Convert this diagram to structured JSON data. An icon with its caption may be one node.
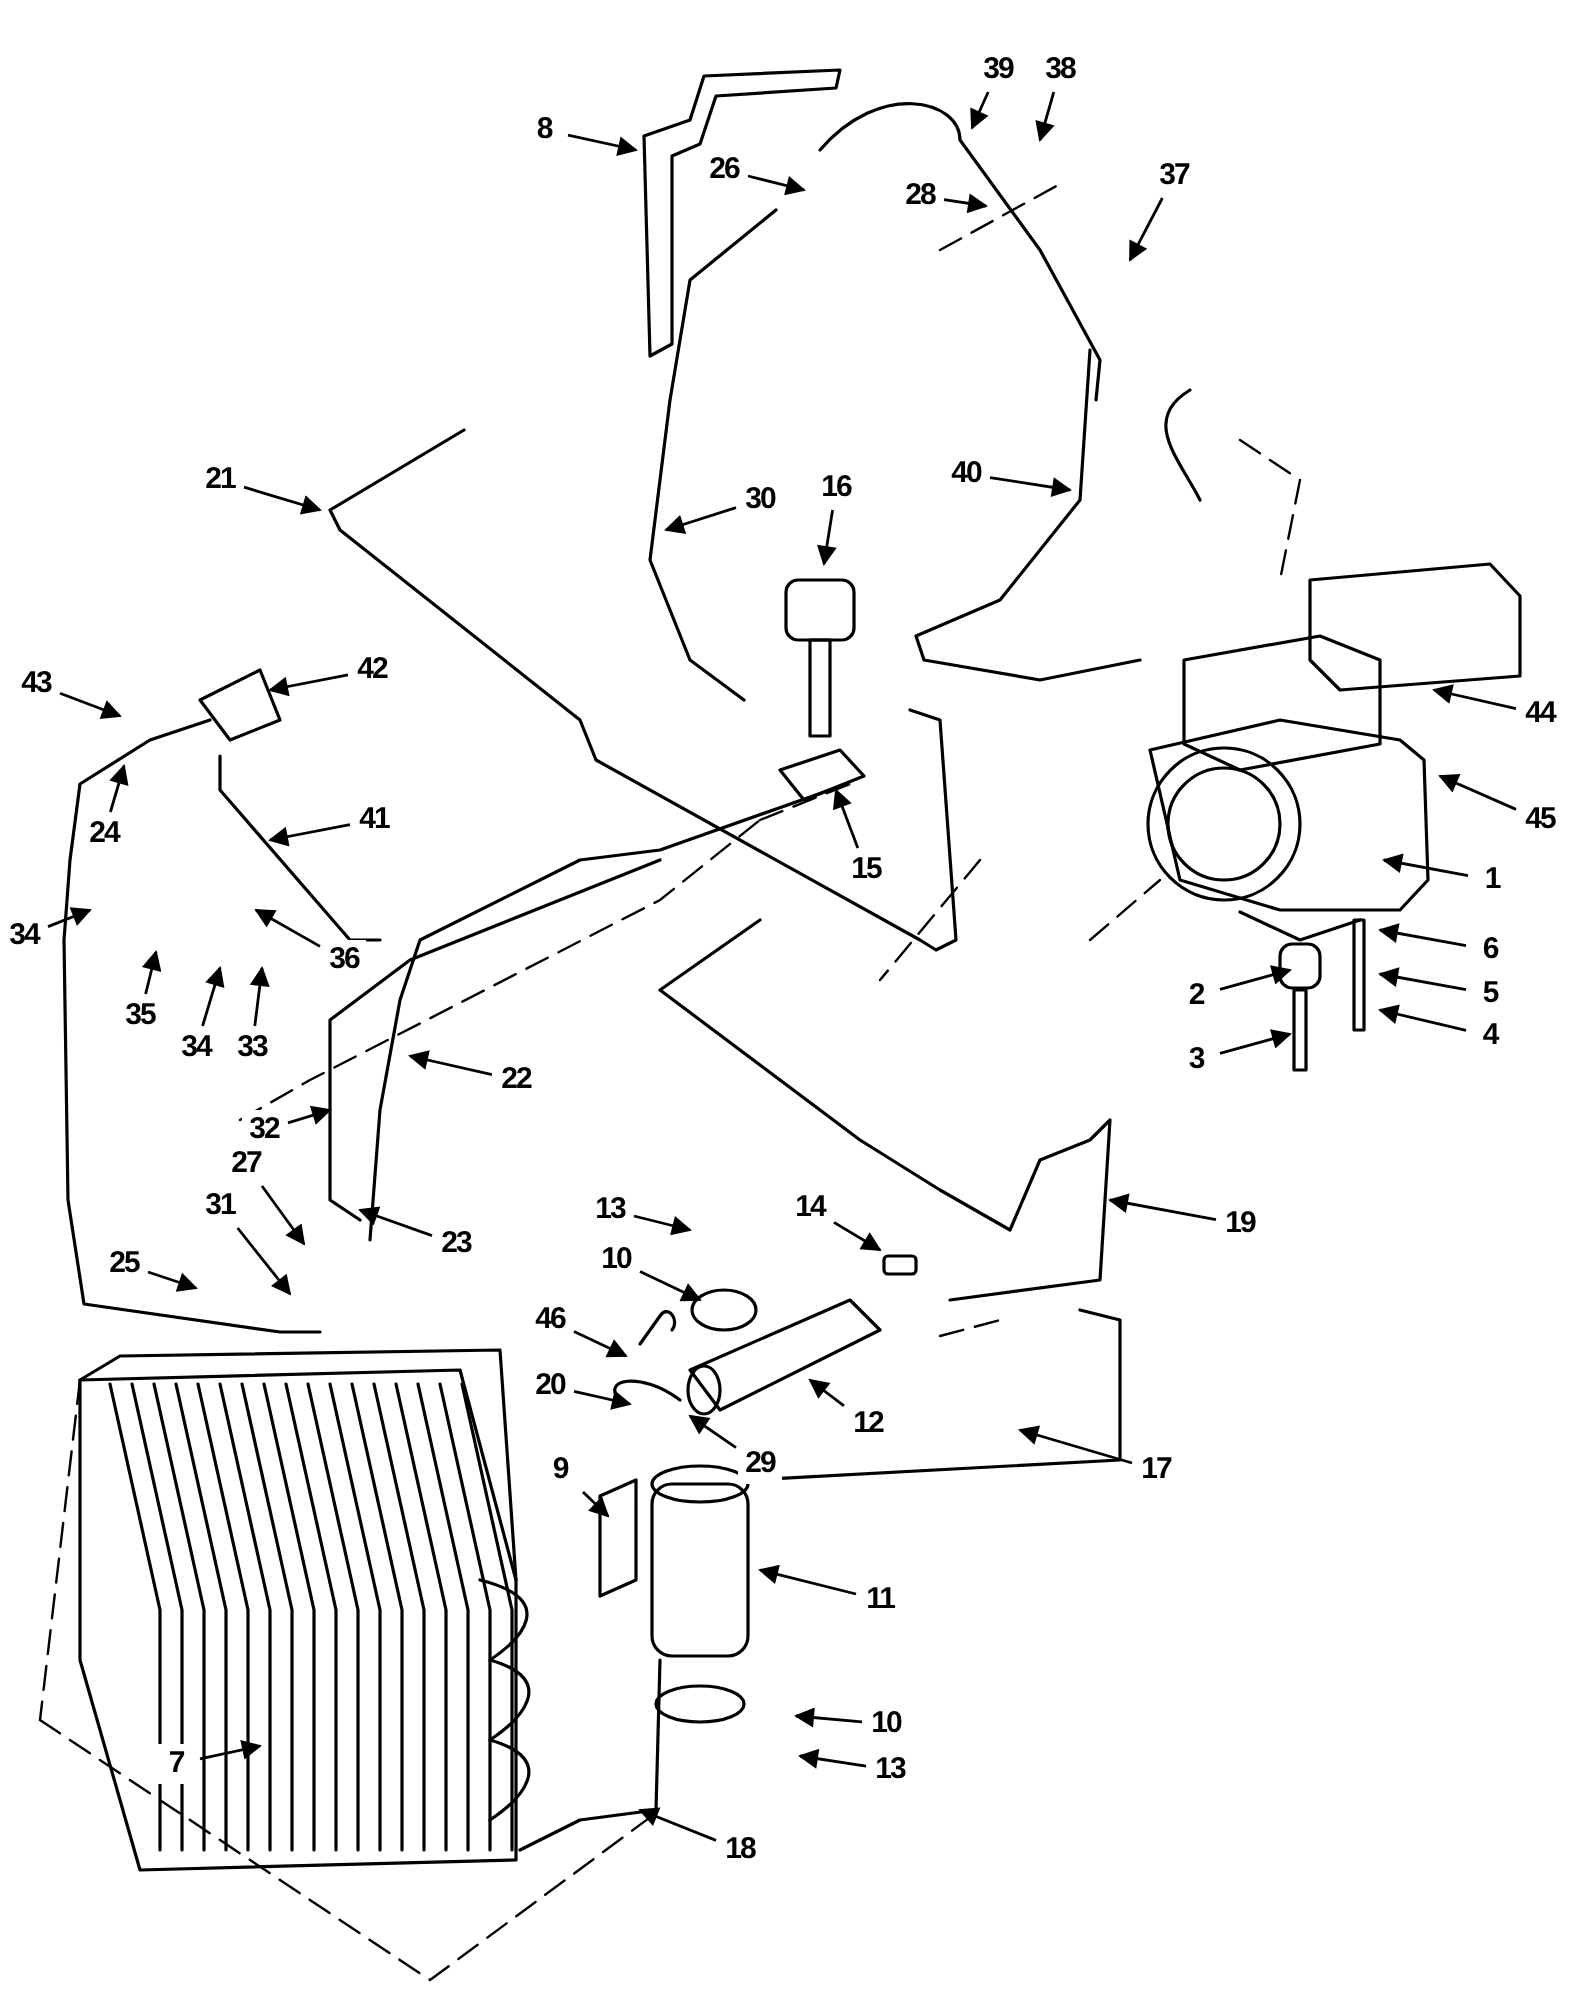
{
  "diagram": {
    "nodes": [
      {
        "text": [
          "8"
        ]
      },
      {
        "text": [
          "39"
        ]
      },
      {
        "text": [
          "38"
        ]
      },
      {
        "text": [
          "26"
        ]
      },
      {
        "text": [
          "28"
        ]
      },
      {
        "text": [
          "37"
        ]
      },
      {
        "text": [
          "21"
        ]
      },
      {
        "text": [
          "30"
        ]
      },
      {
        "text": [
          "16"
        ]
      },
      {
        "text": [
          "40"
        ]
      },
      {
        "text": [
          "43"
        ]
      },
      {
        "text": [
          "42"
        ]
      },
      {
        "text": [
          "24"
        ]
      },
      {
        "text": [
          "41"
        ]
      },
      {
        "text": [
          "44"
        ]
      },
      {
        "text": [
          "45"
        ]
      },
      {
        "text": [
          "15"
        ]
      },
      {
        "text": [
          "1"
        ]
      },
      {
        "text": [
          "34"
        ]
      },
      {
        "text": [
          "36"
        ]
      },
      {
        "text": [
          "35"
        ]
      },
      {
        "text": [
          "34"
        ]
      },
      {
        "text": [
          "33"
        ]
      },
      {
        "text": [
          "2"
        ]
      },
      {
        "text": [
          "6"
        ]
      },
      {
        "text": [
          "5"
        ]
      },
      {
        "text": [
          "4"
        ]
      },
      {
        "text": [
          "3"
        ]
      },
      {
        "text": [
          "32"
        ]
      },
      {
        "text": [
          "22"
        ]
      },
      {
        "text": [
          "27"
        ]
      },
      {
        "text": [
          "23"
        ]
      },
      {
        "text": [
          "31"
        ]
      },
      {
        "text": [
          "25"
        ]
      },
      {
        "text": [
          "13"
        ]
      },
      {
        "text": [
          "14"
        ]
      },
      {
        "text": [
          "19"
        ]
      },
      {
        "text": [
          "10"
        ]
      },
      {
        "text": [
          "46"
        ]
      },
      {
        "text": [
          "20"
        ]
      },
      {
        "text": [
          "29"
        ]
      },
      {
        "text": [
          "12"
        ]
      },
      {
        "text": [
          "17"
        ]
      },
      {
        "text": [
          "9"
        ]
      },
      {
        "text": [
          "11"
        ]
      },
      {
        "text": [
          "10"
        ]
      },
      {
        "text": [
          "13"
        ]
      },
      {
        "text": [
          "7"
        ]
      },
      {
        "text": [
          "18"
        ]
      }
    ],
    "edges": [
      {
        "from": 0,
        "to": null,
        "arrow": "to"
      },
      {
        "from": 1,
        "to": null,
        "arrow": "to"
      },
      {
        "from": 2,
        "to": null,
        "arrow": "to"
      },
      {
        "from": 3,
        "to": null,
        "arrow": "to"
      },
      {
        "from": 4,
        "to": null,
        "arrow": "to"
      },
      {
        "from": 5,
        "to": null,
        "arrow": "to"
      },
      {
        "from": 6,
        "to": null,
        "arrow": "to"
      },
      {
        "from": 7,
        "to": null,
        "arrow": "to"
      },
      {
        "from": 8,
        "to": null,
        "arrow": "to"
      },
      {
        "from": 9,
        "to": null,
        "arrow": "to"
      },
      {
        "from": 10,
        "to": null,
        "arrow": "to"
      },
      {
        "from": 11,
        "to": null,
        "arrow": "to"
      },
      {
        "from": 12,
        "to": null,
        "arrow": "to"
      },
      {
        "from": 13,
        "to": null,
        "arrow": "to"
      },
      {
        "from": 14,
        "to": null,
        "arrow": "to"
      },
      {
        "from": 15,
        "to": null,
        "arrow": "to"
      },
      {
        "from": 16,
        "to": null,
        "arrow": "to"
      },
      {
        "from": 17,
        "to": null,
        "arrow": "to"
      },
      {
        "from": 18,
        "to": null,
        "arrow": "to"
      },
      {
        "from": 19,
        "to": null,
        "arrow": "to"
      },
      {
        "from": 20,
        "to": null,
        "arrow": "to"
      },
      {
        "from": 21,
        "to": null,
        "arrow": "to"
      },
      {
        "from": 22,
        "to": null,
        "arrow": "to"
      },
      {
        "from": 23,
        "to": null,
        "arrow": "to"
      },
      {
        "from": 24,
        "to": null,
        "arrow": "to"
      },
      {
        "from": 25,
        "to": null,
        "arrow": "to"
      },
      {
        "from": 26,
        "to": null,
        "arrow": "to"
      },
      {
        "from": 27,
        "to": null,
        "arrow": "to"
      },
      {
        "from": 28,
        "to": null,
        "arrow": "to"
      },
      {
        "from": 29,
        "to": null,
        "arrow": "to"
      },
      {
        "from": 30,
        "to": null,
        "arrow": "to"
      },
      {
        "from": 31,
        "to": null,
        "arrow": "to"
      },
      {
        "from": 32,
        "to": null,
        "arrow": "to"
      },
      {
        "from": 33,
        "to": null,
        "arrow": "to"
      },
      {
        "from": 34,
        "to": null,
        "arrow": "to"
      },
      {
        "from": 35,
        "to": null,
        "arrow": "to"
      },
      {
        "from": 36,
        "to": null,
        "arrow": "to"
      },
      {
        "from": 37,
        "to": null,
        "arrow": "to"
      },
      {
        "from": 38,
        "to": null,
        "arrow": "to"
      },
      {
        "from": 39,
        "to": null,
        "arrow": "to"
      },
      {
        "from": 40,
        "to": null,
        "arrow": "to"
      },
      {
        "from": 41,
        "to": null,
        "arrow": "to"
      },
      {
        "from": 42,
        "to": null,
        "arrow": "to"
      },
      {
        "from": 43,
        "to": null,
        "arrow": "to"
      },
      {
        "from": 44,
        "to": null,
        "arrow": "to"
      },
      {
        "from": 45,
        "to": null,
        "arrow": "to"
      },
      {
        "from": 46,
        "to": null,
        "arrow": "to"
      },
      {
        "from": 47,
        "to": null,
        "arrow": "to"
      },
      {
        "from": 48,
        "to": null,
        "arrow": "to"
      }
    ]
  }
}
